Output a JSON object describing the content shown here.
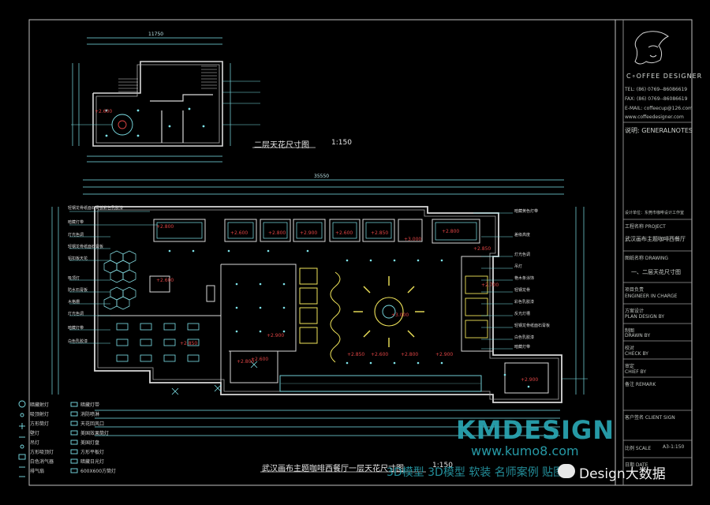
{
  "title_block": {
    "logo_text": "C∘OFFEE DESIGNER",
    "tel": "TEL: (86) 0769--86086619",
    "fax": "FAX: (86) 0769--86086619",
    "email": "E-MAIL: coffeecup@126.com",
    "web": "www.coffeedesigner.com",
    "notes_heading": "说明: GENERALNOTES",
    "notes_sub": "设计单位：东莞市咖啡设计工作室",
    "project_label": "工程名称 PROJECT",
    "project_value": "武汉画布主题咖啡西餐厅",
    "drawing_label": "图纸名称 DRAWING",
    "drawing_value": "一、二层天花尺寸图",
    "engineer_label": "项目负责",
    "engineer_en": "ENGINEER IN CHARGE",
    "plan_label": "方案设计",
    "plan_en": "PLAN DESIGN BY",
    "drawn_label": "制图",
    "drawn_en": "DRAWN BY",
    "check_label": "校对",
    "check_en": "CHECK BY",
    "chief_label": "审定",
    "chief_en": "CHIEF BY",
    "remark_label": "备注 REMARK",
    "client_label": "客户签名 CLIENT SIGN",
    "scale_label": "比例 SCALE",
    "scale_value": "A3-1:150",
    "date_label": "日期 DATE"
  },
  "plans": {
    "upper_title": "二层天花尺寸图",
    "upper_scale": "1:150",
    "lower_title": "武汉画布主题咖啡西餐厅一层天花尺寸图",
    "lower_scale": "1:150",
    "dim_upper_total": "11750",
    "dim_lower_total": "35550",
    "level_tags": [
      "+2.600",
      "+2.800",
      "+2.600",
      "+2.800",
      "+2.900",
      "+2.600",
      "+2.850",
      "+3.000",
      "+2.800",
      "+2.600",
      "+2.850",
      "+2.800",
      "+2.900",
      "+2.600",
      "+2.850",
      "+2.600",
      "+2.800",
      "+2.900",
      "+3.000",
      "+2.850",
      "+2.700",
      "+2.900"
    ]
  },
  "legend": {
    "items": [
      "暗藏射灯",
      "吸顶射灯",
      "方形筒灯",
      "壁灯",
      "吊灯",
      "方形吸顶灯",
      "白色消气器",
      "排气扇",
      "暗藏灯带",
      "消防喷淋",
      "天花回风口",
      "美国效果筒灯",
      "美国灯盘",
      "方形平板灯",
      "暗藏日光灯",
      "600X600方筒灯"
    ]
  },
  "annotations_left": [
    "轻钢龙骨纸面石膏板彩色乳胶漆",
    "暗藏灯带",
    "灯光色调",
    "轻钢龙骨纸面石膏板",
    "铝扣板天花",
    "吸顶灯",
    "防水石膏板",
    "木格栅",
    "灯光色调",
    "暗藏灯带",
    "白色乳胶漆"
  ],
  "annotations_right": [
    "暗藏黄色灯带",
    "差级高度",
    "灯光色调",
    "吊灯",
    "艳木条涂饰",
    "轻钢龙骨",
    "彩色乳胶漆",
    "反光灯槽",
    "轻钢龙骨纸面石膏板",
    "白色乳胶漆",
    "暗藏灯带"
  ],
  "watermark": {
    "brand": "KMDESIGN",
    "url": "www.kumo8.com",
    "slogan": "3D模型 3D模型 软装 名师案例 贴图",
    "account": "Design大数据"
  }
}
